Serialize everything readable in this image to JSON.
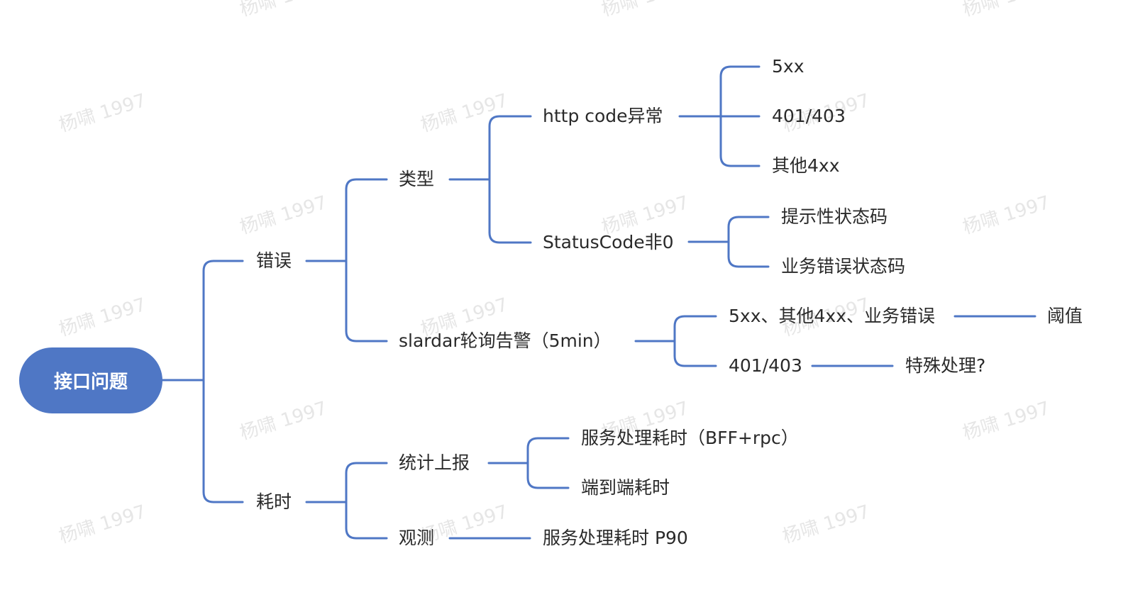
{
  "watermark": "杨啸 1997",
  "colors": {
    "line": "#4f77c5",
    "root_fill": "#4f77c5",
    "text": "#2a2a2a",
    "watermark": "#e6e6e6"
  },
  "root": "接口问题",
  "error": {
    "label": "错误",
    "type": {
      "label": "类型",
      "http": {
        "label": "http code异常",
        "items": [
          "5xx",
          "401/403",
          "其他4xx"
        ]
      },
      "status": {
        "label": "StatusCode非0",
        "items": [
          "提示性状态码",
          "业务错误状态码"
        ]
      }
    },
    "alert": {
      "label": "slardar轮询告警（5min）",
      "rule1": {
        "label": "5xx、其他4xx、业务错误",
        "result": "阈值"
      },
      "rule2": {
        "label": "401/403",
        "result": "特殊处理?"
      }
    }
  },
  "latency": {
    "label": "耗时",
    "report": {
      "label": "统计上报",
      "items": [
        "服务处理耗时（BFF+rpc）",
        "端到端耗时"
      ]
    },
    "observe": {
      "label": "观测",
      "item": "服务处理耗时 P90"
    }
  }
}
